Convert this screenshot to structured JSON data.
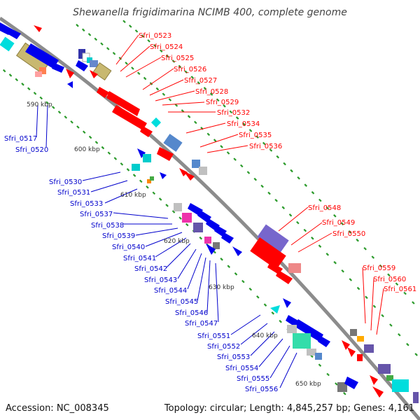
{
  "header": {
    "title": "Shewanella frigidimarina NCIMB 400, complete genome"
  },
  "footer": {
    "accession": "Accession: NC_008345",
    "topology": "Topology: circular; Length: 4,845,257 bp; Genes: 4,161"
  },
  "colors": {
    "forward_label": "#ff0000",
    "reverse_label": "#0000cc",
    "backbone": "#8c8c8c",
    "ticks": "#2a9a2a"
  },
  "scale_labels": [
    "590 kbp",
    "600 kbp",
    "610 kbp",
    "620 kbp",
    "630 kbp",
    "640 kbp",
    "650 kbp"
  ],
  "forward_genes": [
    "Sfri_0523",
    "Sfri_0524",
    "Sfri_0525",
    "Sfri_0526",
    "Sfri_0527",
    "Sfri_0528",
    "Sfri_0529",
    "Sfri_0532",
    "Sfri_0534",
    "Sfri_0535",
    "Sfri_0536",
    "Sfri_0548",
    "Sfri_0549",
    "Sfri_0550",
    "Sfri_0559",
    "Sfri_0560",
    "Sfri_0561"
  ],
  "reverse_genes": [
    "Sfri_0517",
    "Sfri_0520",
    "Sfri_0530",
    "Sfri_0531",
    "Sfri_0533",
    "Sfri_0537",
    "Sfri_0538",
    "Sfri_0539",
    "Sfri_0540",
    "Sfri_0541",
    "Sfri_0542",
    "Sfri_0543",
    "Sfri_0544",
    "Sfri_0545",
    "Sfri_0546",
    "Sfri_0547",
    "Sfri_0551",
    "Sfri_0552",
    "Sfri_0553",
    "Sfri_0554",
    "Sfri_0555",
    "Sfri_0556"
  ]
}
